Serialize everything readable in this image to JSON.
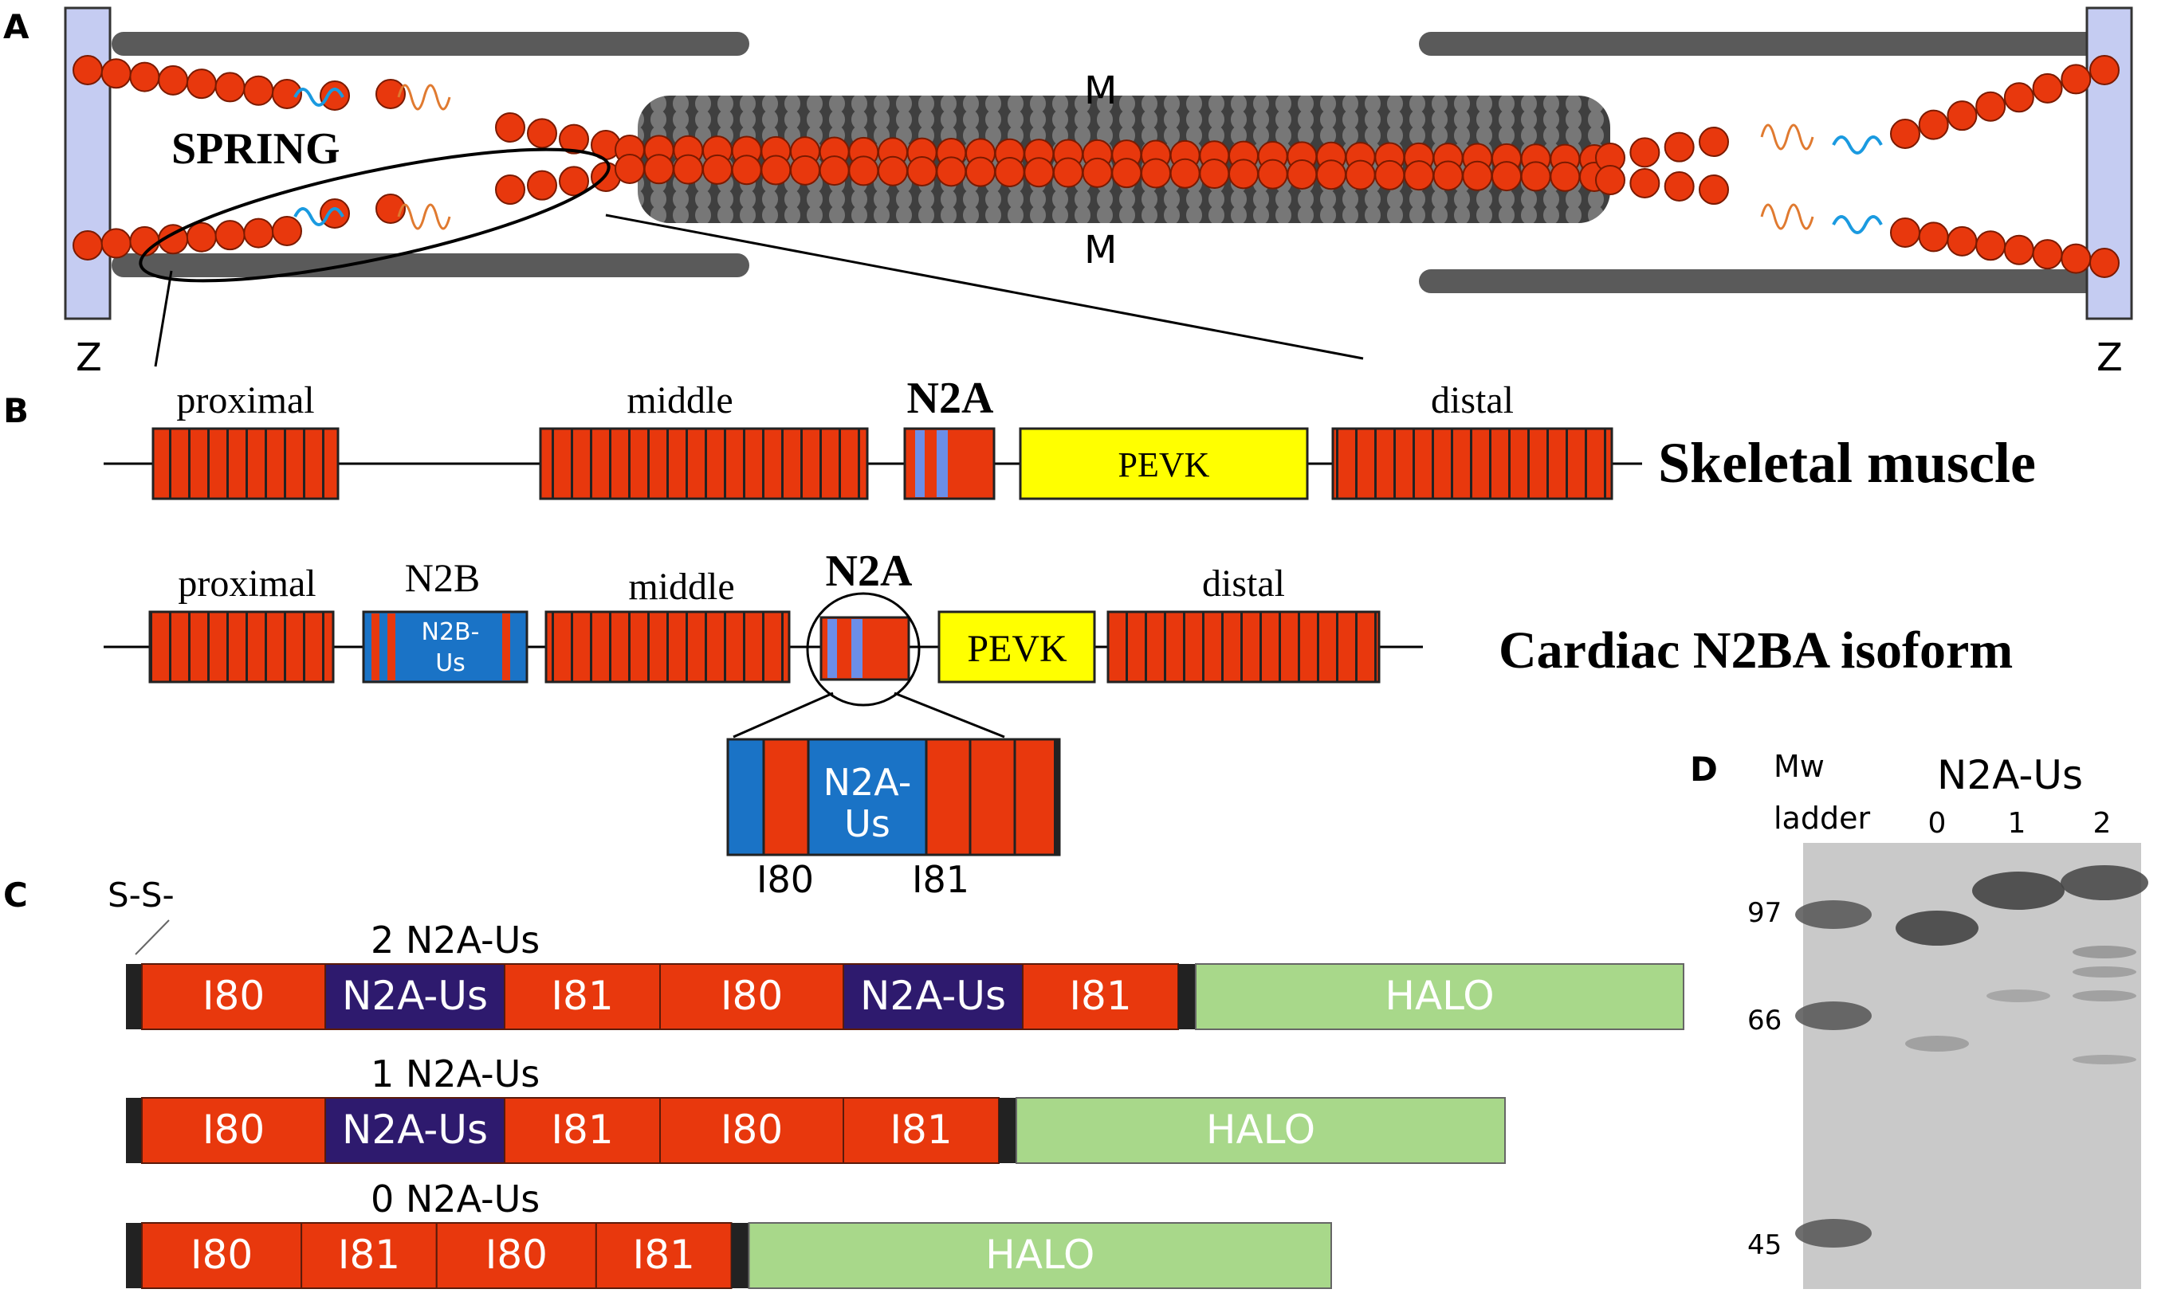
{
  "panels": {
    "a": "A",
    "b": "B",
    "c": "C",
    "d": "D"
  },
  "panel_a": {
    "z_left": "Z",
    "z_right": "Z",
    "m_top": "M",
    "m_bottom": "M",
    "spring": "SPRING"
  },
  "panel_b": {
    "skeletal": {
      "proximal": "proximal",
      "middle": "middle",
      "n2a": "N2A",
      "pevk": "PEVK",
      "distal": "distal",
      "name": "Skeletal muscle"
    },
    "cardiac": {
      "proximal": "proximal",
      "n2b": "N2B",
      "n2b_us_1": "N2B-",
      "n2b_us_2": "Us",
      "middle": "middle",
      "n2a": "N2A",
      "pevk": "PEVK",
      "distal": "distal",
      "name": "Cardiac N2BA isoform"
    },
    "zoom": {
      "n2a_us_1": "N2A-",
      "n2a_us_2": "Us",
      "i80": "I80",
      "i81": "I81"
    }
  },
  "panel_c": {
    "disulfide": "S-S-",
    "constructs": [
      {
        "label": "2 N2A-Us",
        "segments": [
          "I80",
          "N2A-Us",
          "I81",
          "I80",
          "N2A-Us",
          "I81"
        ],
        "tag": "HALO"
      },
      {
        "label": "1 N2A-Us",
        "segments": [
          "I80",
          "N2A-Us",
          "I81",
          "I80",
          "I81"
        ],
        "tag": "HALO"
      },
      {
        "label": "0 N2A-Us",
        "segments": [
          "I80",
          "I81",
          "I80",
          "I81"
        ],
        "tag": "HALO"
      }
    ]
  },
  "panel_d": {
    "ladder_1": "Mw",
    "ladder_2": "ladder",
    "title": "N2A-Us",
    "lanes": [
      "0",
      "1",
      "2"
    ],
    "markers": [
      "97",
      "66",
      "45"
    ]
  },
  "colors": {
    "red": "#e8380d",
    "blue": "#1a73c6",
    "light_blue": "#6b8ee8",
    "purple": "#2e1a6e",
    "yellow": "#ffff00",
    "halo": "#a8d88a",
    "z_disc": "#c5ccf2",
    "filament": "#555555"
  }
}
